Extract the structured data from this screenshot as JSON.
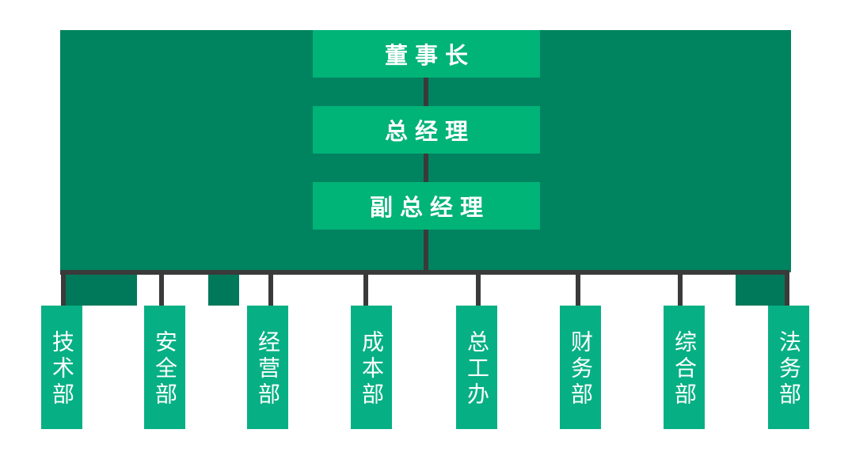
{
  "org_chart": {
    "executives": [
      {
        "label": "董事长"
      },
      {
        "label": "总经理"
      },
      {
        "label": "副总经理"
      }
    ],
    "departments": [
      {
        "label": "技术部"
      },
      {
        "label": "安全部"
      },
      {
        "label": "经营部"
      },
      {
        "label": "成本部"
      },
      {
        "label": "总工办"
      },
      {
        "label": "财务部"
      },
      {
        "label": "综合部"
      },
      {
        "label": "法务部"
      }
    ],
    "colors": {
      "panel_green": "#00835F",
      "accent_block_green": "#00795A",
      "executive_box_green": "#00B377",
      "department_box_green": "#07B084",
      "connector_dark": "#3A3A3A",
      "text_white": "#FFFFFF",
      "background": "#FFFFFF"
    }
  }
}
